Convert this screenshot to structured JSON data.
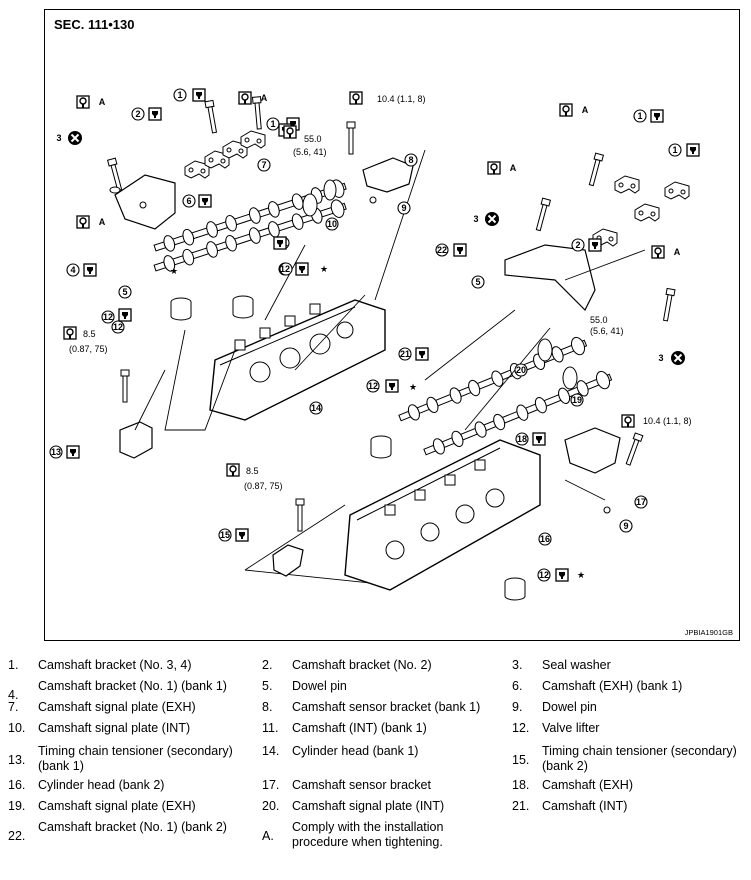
{
  "figure": {
    "section": "SEC. 111•130",
    "code": "JPBIA1901GB",
    "torque_a": "10.4 (1.1, 8)",
    "torque_b": "55.0",
    "torque_b_sub": "(5.6, 41)",
    "torque_c": "8.5",
    "torque_c_sub": "(0.87, 75)",
    "callouts": [
      "1",
      "2",
      "3",
      "4",
      "5",
      "6",
      "7",
      "8",
      "9",
      "10",
      "11",
      "12",
      "13",
      "14",
      "15",
      "16",
      "17",
      "18",
      "19",
      "20",
      "21",
      "22",
      "A"
    ]
  },
  "legend": [
    {
      "n": "1.",
      "t": "Camshaft bracket (No. 3, 4)"
    },
    {
      "n": "2.",
      "t": "Camshaft bracket (No. 2)"
    },
    {
      "n": "3.",
      "t": "Seal washer"
    },
    {
      "n": "4.",
      "t": "Camshaft bracket (No. 1) (bank 1)"
    },
    {
      "n": "5.",
      "t": "Dowel pin"
    },
    {
      "n": "6.",
      "t": "Camshaft (EXH) (bank 1)"
    },
    {
      "n": "7.",
      "t": "Camshaft signal plate (EXH)"
    },
    {
      "n": "8.",
      "t": "Camshaft sensor bracket (bank 1)"
    },
    {
      "n": "9.",
      "t": "Dowel pin"
    },
    {
      "n": "10.",
      "t": "Camshaft signal plate (INT)"
    },
    {
      "n": "11.",
      "t": "Camshaft (INT) (bank 1)"
    },
    {
      "n": "12.",
      "t": "Valve lifter"
    },
    {
      "n": "13.",
      "t": "Timing chain tensioner (secondary) (bank 1)"
    },
    {
      "n": "14.",
      "t": "Cylinder head (bank 1)"
    },
    {
      "n": "15.",
      "t": "Timing chain tensioner (secondary) (bank 2)"
    },
    {
      "n": "16.",
      "t": "Cylinder head (bank 2)"
    },
    {
      "n": "17.",
      "t": "Camshaft sensor bracket"
    },
    {
      "n": "18.",
      "t": "Camshaft (EXH)"
    },
    {
      "n": "19.",
      "t": "Camshaft signal plate (EXH)"
    },
    {
      "n": "20.",
      "t": "Camshaft signal plate (INT)"
    },
    {
      "n": "21.",
      "t": "Camshaft (INT)"
    },
    {
      "n": "22.",
      "t": "Camshaft bracket (No. 1) (bank 2)"
    },
    {
      "n": "A.",
      "t": "Comply with the installation procedure when tightening."
    }
  ]
}
